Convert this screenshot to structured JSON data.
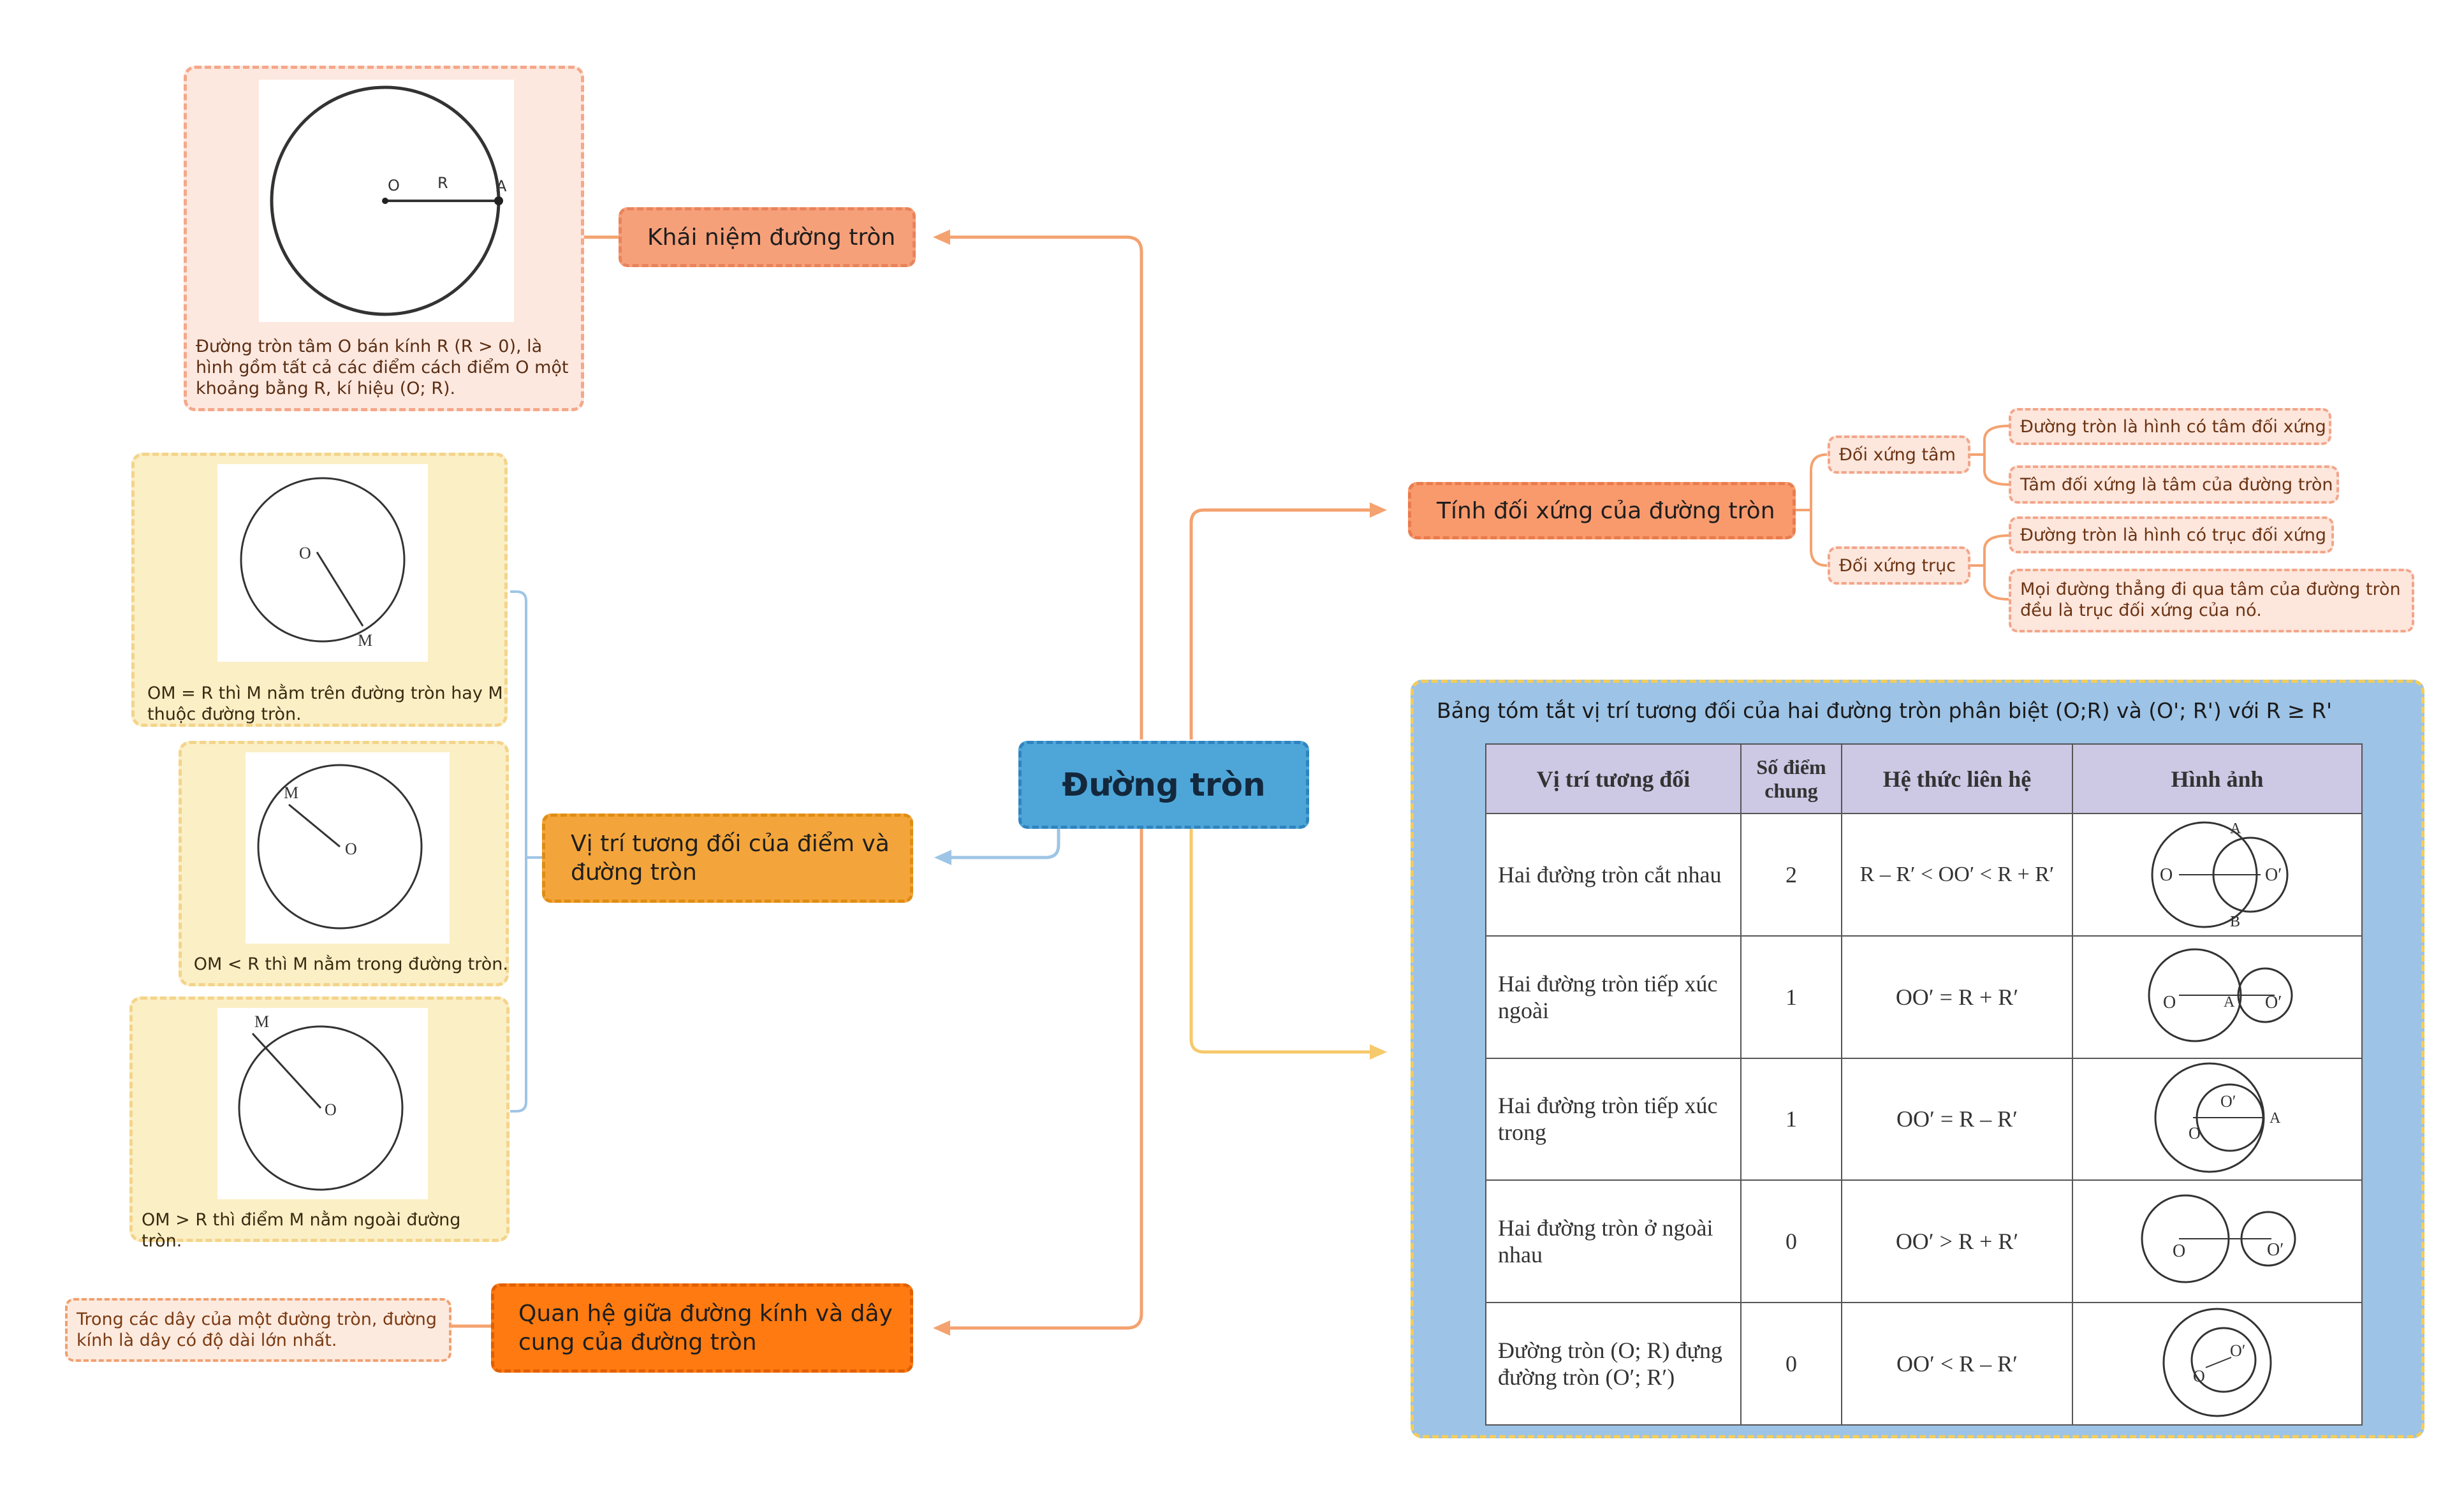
{
  "center": {
    "title": "Đường tròn"
  },
  "branches": {
    "definition": {
      "label": "Khái niệm đường tròn",
      "caption": "Đường tròn tâm O bán kính R (R > 0), là hình gồm tất cả các điểm cách điểm O một khoảng bằng R, kí hiệu (O; R).",
      "figure": {
        "center": "O",
        "radius": "R",
        "point": "A"
      }
    },
    "position": {
      "label": "Vị trí tương đối của điểm và đường tròn",
      "cases": [
        {
          "caption": "OM = R thì M nằm trên đường tròn hay M thuộc đường tròn.",
          "center": "O",
          "point": "M"
        },
        {
          "caption": "OM < R thì M nằm trong đường tròn.",
          "center": "O",
          "point": "M"
        },
        {
          "caption": "OM > R thì điểm M nằm ngoài đường tròn.",
          "center": "O",
          "point": "M"
        }
      ]
    },
    "chord": {
      "label": "Quan hệ giữa đường kính và dây cung của đường tròn",
      "note": "Trong các dây của một đường tròn, đường kính là dây có độ dài lớn nhất."
    },
    "symmetry": {
      "label": "Tính đối xứng của đường tròn",
      "groups": [
        {
          "name": "Đối xứng tâm",
          "items": [
            "Đường tròn là hình có tâm đối xứng",
            "Tâm đối xứng là tâm của đường tròn"
          ]
        },
        {
          "name": "Đối xứng trục",
          "items": [
            "Đường tròn là hình có trục đối xứng",
            "Mọi đường thẳng đi qua tâm của đường tròn đều là trục đối xứng của nó."
          ]
        }
      ]
    },
    "table": {
      "title": "Bảng tóm tắt vị trí tương đối của hai đường tròn phân biệt (O;R) và (O'; R') với R ≥ R'",
      "headers": [
        "Vị trí tương đối",
        "Số điểm chung",
        "Hệ thức liên hệ",
        "Hình ảnh"
      ],
      "rows": [
        {
          "position": "Hai đường tròn cắt nhau",
          "common": "2",
          "relation": "R – R′ < OO′ < R + R′"
        },
        {
          "position": "Hai đường tròn tiếp xúc ngoài",
          "common": "1",
          "relation": "OO′ = R + R′"
        },
        {
          "position": "Hai đường tròn tiếp xúc trong",
          "common": "1",
          "relation": "OO′ = R – R′"
        },
        {
          "position": "Hai đường tròn ở ngoài nhau",
          "common": "0",
          "relation": "OO′ > R + R′"
        },
        {
          "position": "Đường tròn (O; R) đựng đường tròn (O′; R′)",
          "common": "0",
          "relation": "OO′ < R – R′"
        }
      ],
      "figure_labels": {
        "O": "O",
        "O2": "O′",
        "A": "A",
        "B": "B"
      }
    }
  },
  "colors": {
    "center": "#4ea6d8",
    "definition": "#f6a07a",
    "position": "#f3a53b",
    "chord": "#ff7a10",
    "symmetry": "#f99a6d",
    "table": "#9dc3e6",
    "line_orange": "#f4a26f",
    "line_blue": "#9ec5e5",
    "line_yellow": "#f6c96b"
  }
}
